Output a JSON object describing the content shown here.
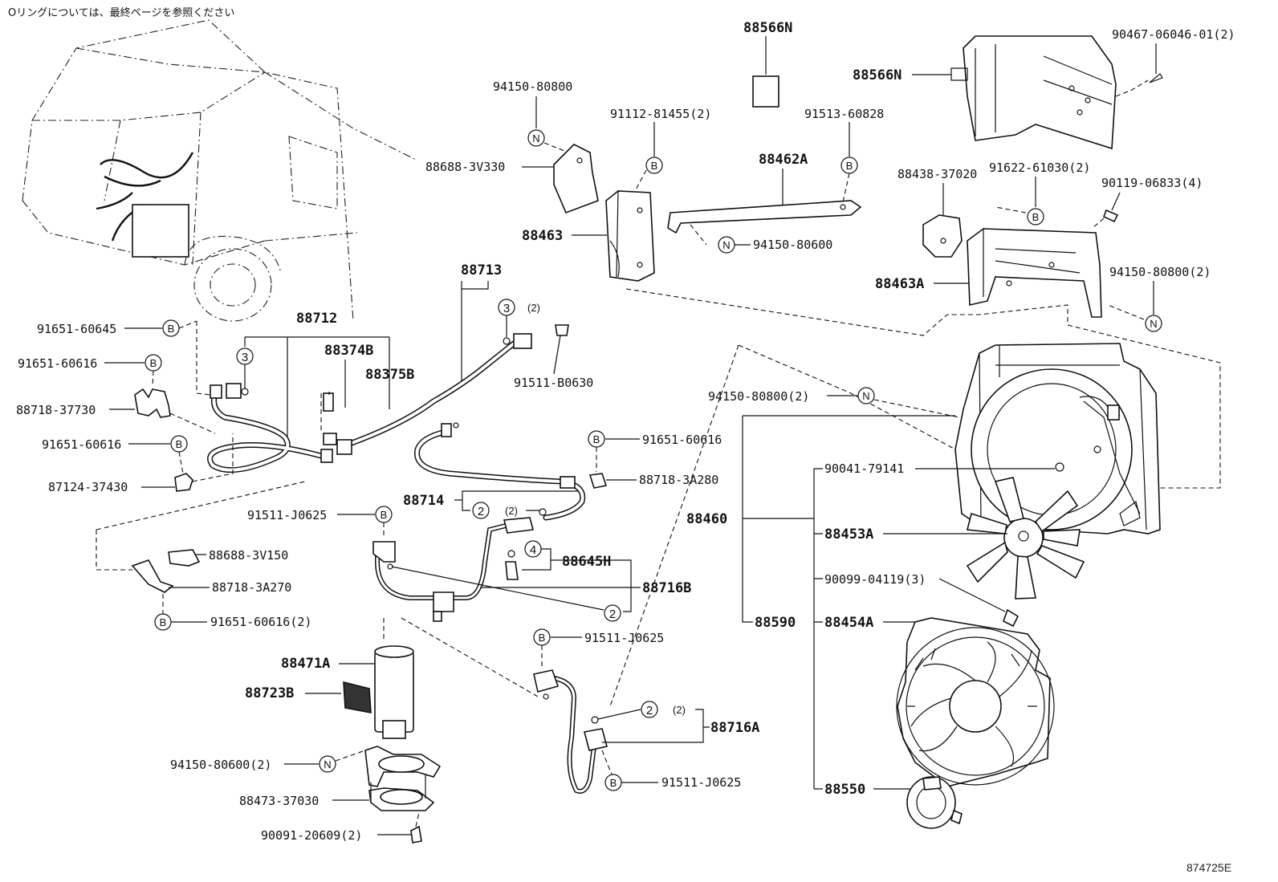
{
  "header": {
    "note": "Oリングについては、最終ページを参照ください"
  },
  "footer": {
    "code": "874725E"
  },
  "symbols": {
    "B": "B",
    "N": "N",
    "n2": "2",
    "n3": "3",
    "n4": "4",
    "q2": "(2)"
  },
  "parts": {
    "p88566n_top": "88566N",
    "p90467": "90467-06046-01(2)",
    "p88566n": "88566N",
    "p94150_80800_a": "94150-80800",
    "p91112": "91112-81455(2)",
    "p91513": "91513-60828",
    "p88688_3v330": "88688-3V330",
    "p88462a": "88462A",
    "p88438": "88438-37020",
    "p91622": "91622-61030(2)",
    "p90119": "90119-06833(4)",
    "p88463": "88463",
    "p94150_80600_a": "94150-80600",
    "p88463a": "88463A",
    "p94150_80800_2a": "94150-80800(2)",
    "p88713": "88713",
    "p88712": "88712",
    "p91651_60645": "91651-60645",
    "p91651_60616_a": "91651-60616",
    "p88374b": "88374B",
    "p88375b": "88375B",
    "p91511_b0630": "91511-B0630",
    "p88718_37730": "88718-37730",
    "p94150_80800_2b": "94150-80800(2)",
    "p91651_60616_b": "91651-60616",
    "p91651_60616_c": "91651-60616",
    "p87124": "87124-37430",
    "p88718_3a280": "88718-3A280",
    "p90041": "90041-79141",
    "p88714": "88714",
    "p91511_j0625_a": "91511-J0625",
    "p88460": "88460",
    "p88453a": "88453A",
    "p88688_3v150": "88688-3V150",
    "p88645h": "88645H",
    "p88718_3a270": "88718-3A270",
    "p88716b": "88716B",
    "p90099": "90099-04119(3)",
    "p91651_60616_2": "91651-60616(2)",
    "p88590": "88590",
    "p88454a": "88454A",
    "p91511_j0625_b": "91511-J0625",
    "p88471a": "88471A",
    "p88723b": "88723B",
    "p88716a": "88716A",
    "p94150_80600_2": "94150-80600(2)",
    "p91511_j0625_c": "91511-J0625",
    "p88473": "88473-37030",
    "p88550": "88550",
    "p90091": "90091-20609(2)"
  }
}
